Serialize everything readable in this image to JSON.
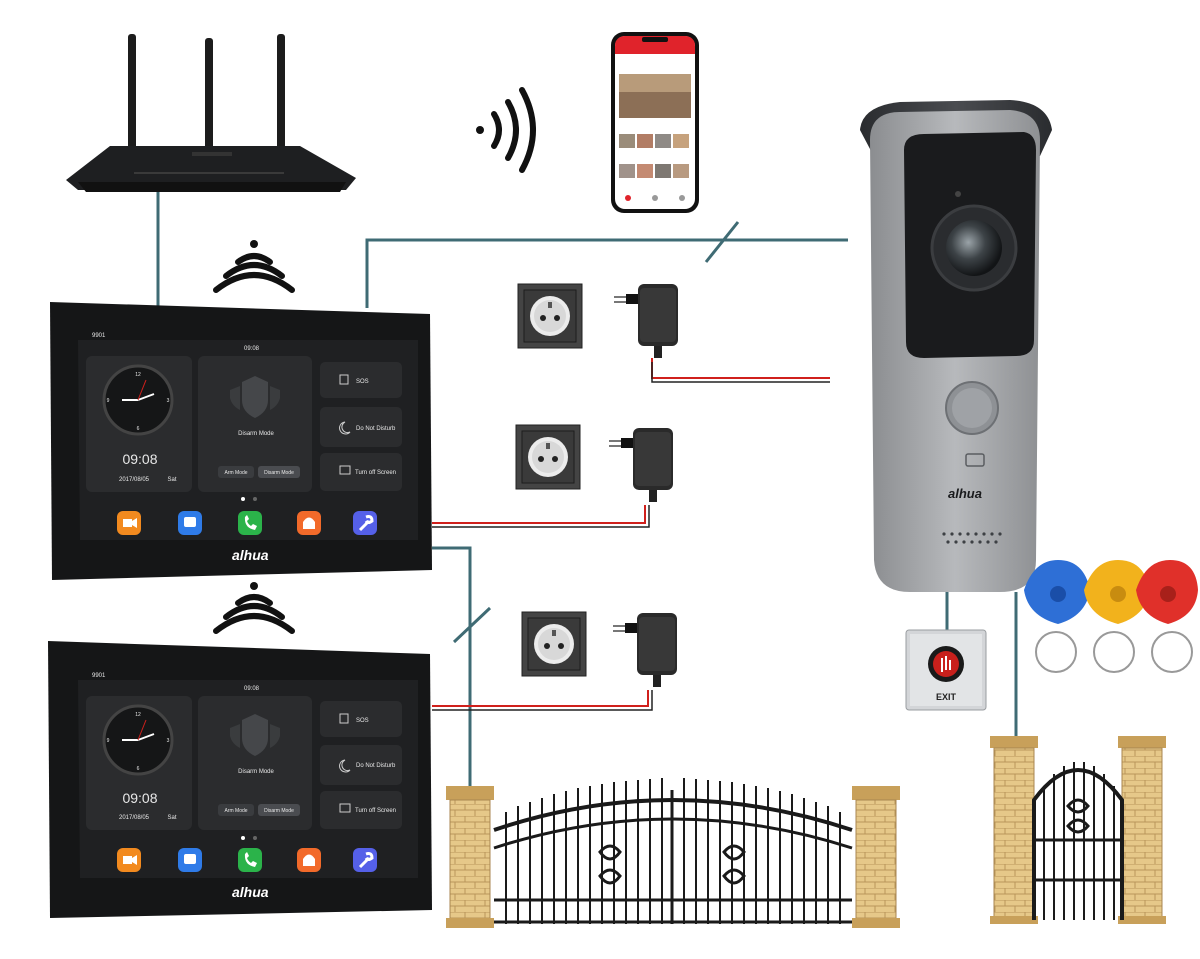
{
  "monitor": {
    "brand": "alhua",
    "room_no": "9901",
    "status_time": "09:08",
    "clock_time": "09:08",
    "clock_date": "2017/08/05",
    "clock_day": "Sat",
    "mode_title": "Disarm Mode",
    "arm_mode_label": "Arm Mode",
    "disarm_mode_label": "Disarm Mode",
    "sos_label": "SOS",
    "dnd_label": "Do Not Disturb",
    "screen_off_label": "Turn off Screen",
    "clock_numbers": [
      "12",
      "3",
      "6",
      "9"
    ],
    "app_icons": [
      {
        "name": "video-icon",
        "color": "#f28a1f"
      },
      {
        "name": "message-icon",
        "color": "#2f7be8"
      },
      {
        "name": "phone-icon",
        "color": "#2bb34a"
      },
      {
        "name": "alarm-icon",
        "color": "#f26a2a"
      },
      {
        "name": "settings-icon",
        "color": "#5560e8"
      }
    ]
  },
  "doorbell": {
    "brand": "alhua"
  },
  "exit_button": {
    "label": "EXIT"
  },
  "rfid_tag_colors": [
    "#2e6fd6",
    "#f2b21c",
    "#e0302a"
  ],
  "colors": {
    "connection_line": "#3f6b74",
    "power_wire_red": "#d0201c",
    "brick": "#e0c27a",
    "gate_iron": "#1a1a1a",
    "phone_accent": "#e0232b"
  }
}
